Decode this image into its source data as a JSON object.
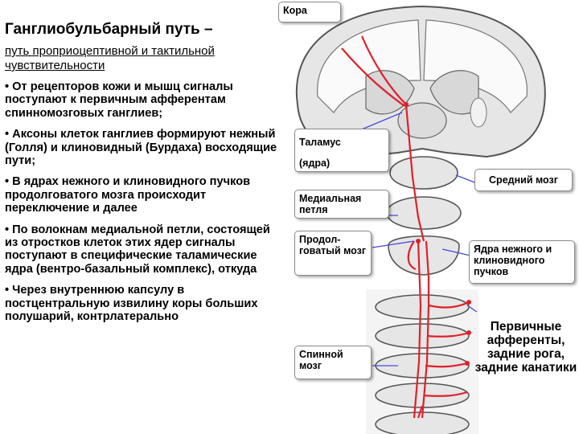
{
  "title": "Ганглиобульбарный путь –",
  "subtitle": "путь проприоцептивной и тактильной чувствительности",
  "bullets": [
    "• От рецепторов кожи и мышц сигналы поступают к первичным афферентам спинномозговых ганглиев;",
    "• Аксоны клеток ганглиев формируют нежный (Голля) и клиновидный (Бурдаха) восходящие пути;",
    "• В ядрах нежного и клиновидного пучков продолговатого мозга происходит переключение и далее",
    "• По волокнам медиальной петли, состоящей из отростков клеток этих ядер сигналы поступают в специфические таламические ядра (вентро-базальный комплекс), откуда",
    "• Через внутреннюю капсулу в постцентральную извилину коры больших полушарий, контрлатерально"
  ],
  "labels": {
    "cortex": "Кора",
    "thalamus_line1": "Таламус",
    "thalamus_line2": "(ядра)",
    "midbrain": "Средний мозг",
    "medial_lemniscus": "Медиальная петля",
    "medulla": "Продол- говатый мозг",
    "nuclei": "Ядра нежного и клиновидного пучков",
    "spinal_cord": "Спинной мозг",
    "primary_afferents": "Первичные афференты, задние рога, задние канатики"
  },
  "colors": {
    "pathway": "#e0202a",
    "connector": "#4a4ad8",
    "tissue_fill": "#ececec",
    "tissue_stroke": "#555555"
  }
}
